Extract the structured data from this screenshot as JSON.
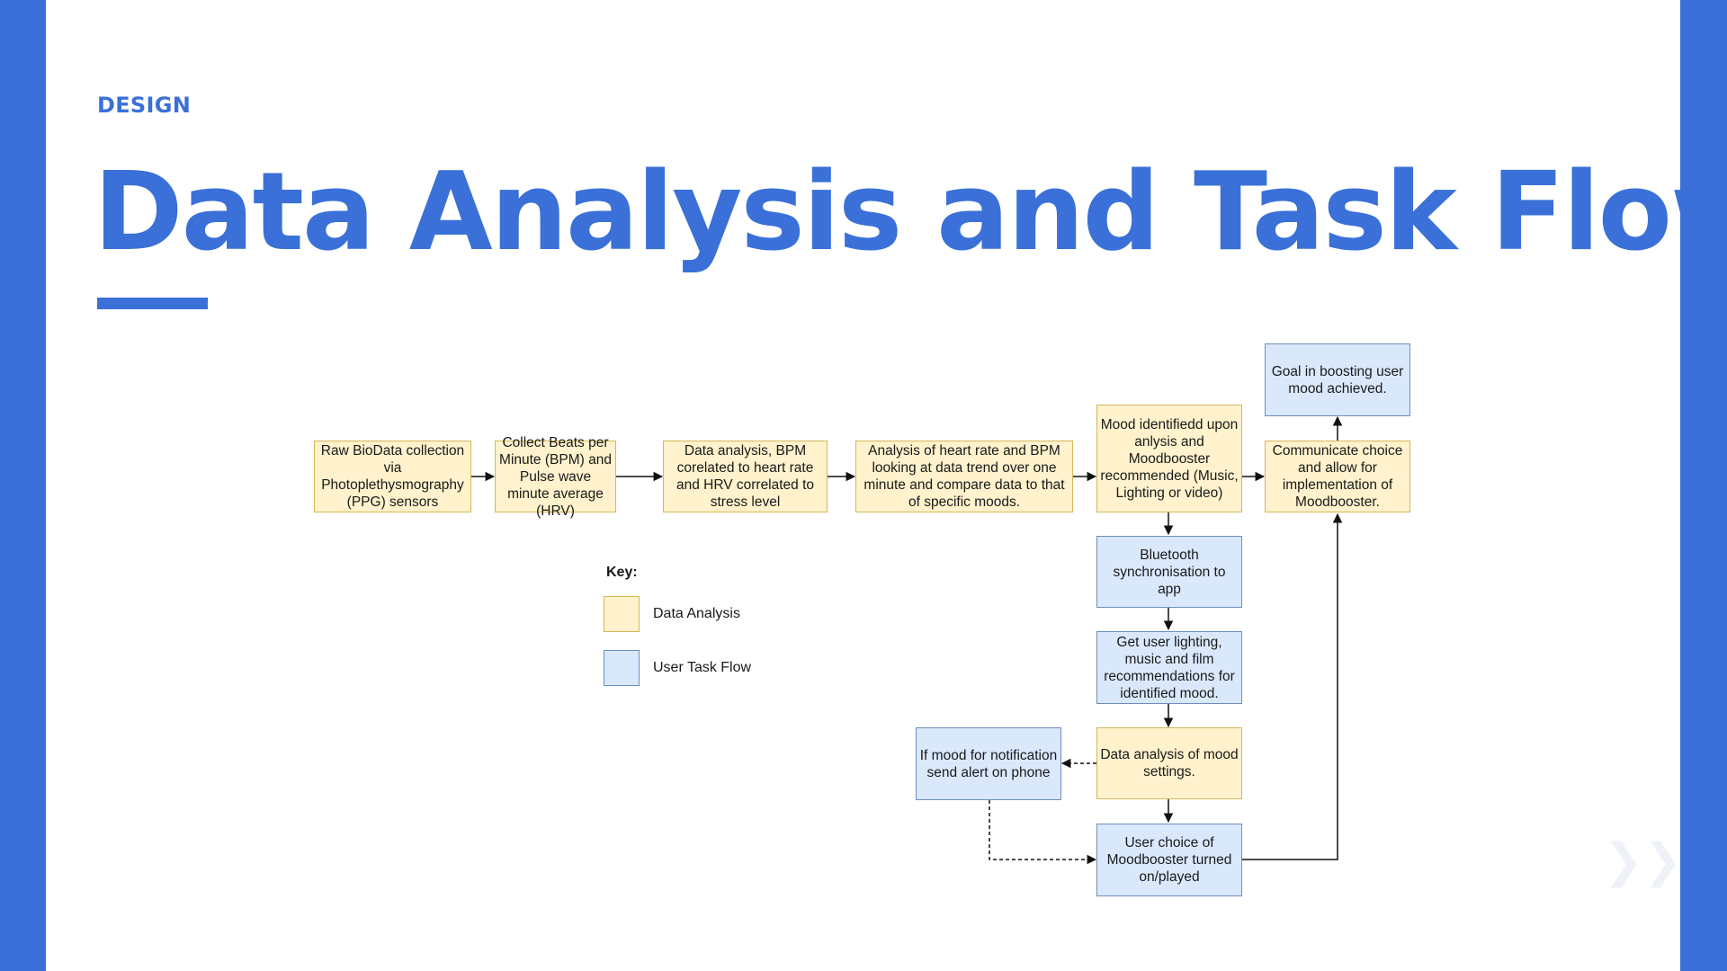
{
  "slide": {
    "eyebrow": "DESIGN",
    "title": "Data Analysis and Task Flow",
    "accent_color": "#3a70d8",
    "watermark": "❯❯"
  },
  "colors": {
    "data_analysis_fill": "#fff2cc",
    "data_analysis_border": "#d6b656",
    "user_task_fill": "#dae8fc",
    "user_task_border": "#6c8ebf"
  },
  "diagram": {
    "nodes": {
      "raw_biodata": "Raw BioData collection via Photoplethysmography (PPG) sensors",
      "collect_bpm": "Collect Beats per Minute (BPM) and Pulse wave minute average (HRV)",
      "data_analysis_bpm": "Data analysis, BPM corelated to heart rate and HRV correlated to stress level",
      "analysis_heart_rate": "Analysis of heart rate and BPM looking at data trend over one minute and compare data to that of specific moods.",
      "mood_identified": "Mood identifiedd upon anlysis and Moodbooster recommended (Music, Lighting or video)",
      "communicate_choice": "Communicate choice and allow for implementation of Moodbooster.",
      "goal_achieved": "Goal in boosting user mood achieved.",
      "bluetooth_sync": "Bluetooth synchronisation to app",
      "get_recommendations": "Get user lighting, music and film recommendations for identified mood.",
      "data_analysis_settings": "Data analysis of mood settings.",
      "notification_alert": "If mood for notification send alert on phone",
      "user_choice": "User choice of Moodbooster turned on/played"
    },
    "key": {
      "title": "Key:",
      "data_analysis": "Data Analysis",
      "user_task_flow": "User Task Flow"
    }
  }
}
